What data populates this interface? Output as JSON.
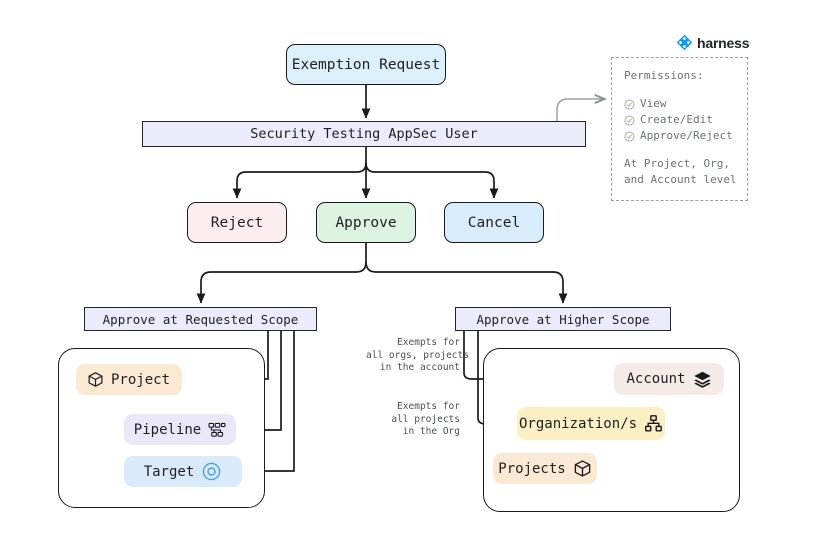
{
  "brand": {
    "name": "harness",
    "logo_icon": "harness-logo-icon",
    "logo_color": "#0b9bf0"
  },
  "flow": {
    "request_node": {
      "label": "Exemption Request",
      "color": "#dcf0fb"
    },
    "user_bar": {
      "label": "Security Testing AppSec User",
      "color": "#ecebfb"
    },
    "actions": [
      {
        "id": "reject",
        "label": "Reject",
        "color": "#fceef0"
      },
      {
        "id": "approve",
        "label": "Approve",
        "color": "#ddf3e1"
      },
      {
        "id": "cancel",
        "label": "Cancel",
        "color": "#d8ecfb"
      }
    ],
    "scopes": [
      {
        "id": "requested",
        "label": "Approve at Requested Scope",
        "color": "#ecebfb"
      },
      {
        "id": "higher",
        "label": "Approve at Higher Scope",
        "color": "#ecebfb"
      }
    ]
  },
  "permissions": {
    "title": "Permissions:",
    "items": [
      {
        "label": "View",
        "icon": "check-circle-icon"
      },
      {
        "label": "Create/Edit",
        "icon": "check-circle-icon"
      },
      {
        "label": "Approve/Reject",
        "icon": "check-circle-icon"
      }
    ],
    "footer_line1": "At Project, Org,",
    "footer_line2": "and Account level"
  },
  "requested_scope_group": {
    "nodes": [
      {
        "id": "project",
        "label": "Project",
        "icon": "cube-icon",
        "icon_side": "left",
        "color": "#fbe9d3"
      },
      {
        "id": "pipeline",
        "label": "Pipeline",
        "icon": "pipeline-icon",
        "icon_side": "right",
        "color": "#eae7f8"
      },
      {
        "id": "target",
        "label": "Target",
        "icon": "target-icon",
        "icon_side": "right",
        "color": "#daeafb"
      }
    ]
  },
  "higher_scope_group": {
    "nodes": [
      {
        "id": "account",
        "label": "Account",
        "icon": "layers-icon",
        "icon_side": "right",
        "color": "#f4eae8"
      },
      {
        "id": "orgs",
        "label": "Organization/s",
        "icon": "org-chart-icon",
        "icon_side": "right",
        "color": "#fbefc3"
      },
      {
        "id": "projects",
        "label": "Projects",
        "icon": "cube-icon",
        "icon_side": "right",
        "color": "#fbe9d3"
      }
    ],
    "edge_labels": [
      "Exempts for\nall orgs, projects\nin the account",
      "Exempts for\nall projects\nin the Org"
    ]
  }
}
